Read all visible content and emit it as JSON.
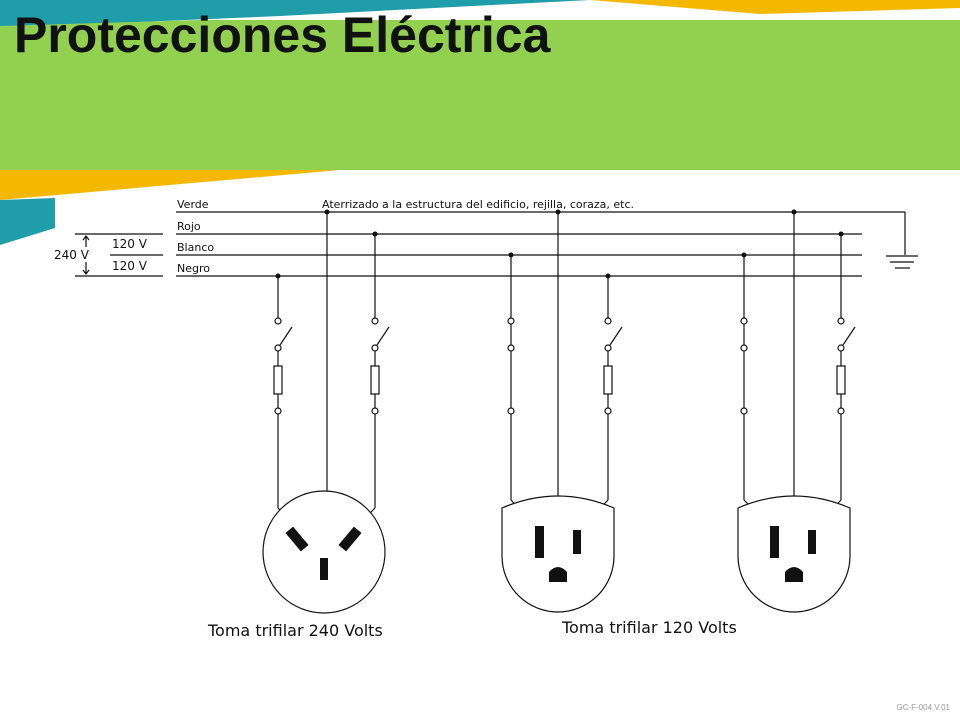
{
  "slide": {
    "title": "Protecciones Eléctrica",
    "footer": "GC-F-004 V.01",
    "colors": {
      "green": "#92d050",
      "teal": "#1f9eaa",
      "gold": "#f5b800",
      "ink": "#111111"
    }
  },
  "diagram": {
    "voltage_total": "240 V",
    "voltage_upper": "120 V",
    "voltage_lower": "120 V",
    "wires": [
      "Verde",
      "Rojo",
      "Blanco",
      "Negro"
    ],
    "ground_note": "Aterrizado a la estructura del edificio, rejilla, coraza, etc.",
    "captions": {
      "outlet_240": "Toma trifilar 240 Volts",
      "outlet_120": "Toma trifilar 120 Volts"
    }
  }
}
